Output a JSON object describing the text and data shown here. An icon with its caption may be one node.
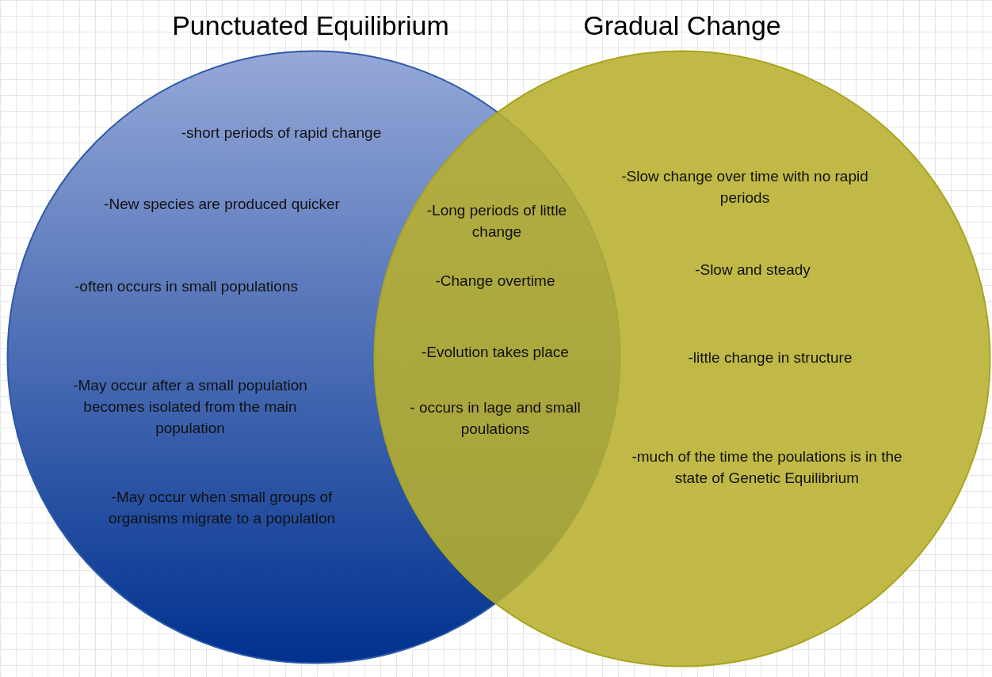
{
  "diagram": {
    "nodes": [
      {
        "text": [
          "Punctuated Equilibrium"
        ]
      },
      {
        "text": [
          "Gradual Change"
        ]
      }
    ],
    "labels": [
      "-short periods of rapid change",
      "-New species are produced quicker",
      "-often occurs in small populations",
      "-May occur after a small population becomes isolated from the main population",
      "-May occur when small groups of organisms migrate to a population",
      "-Long periods of little change",
      "-Change overtime",
      "-Evolution takes place",
      "- occurs in lage and small poulations",
      "-Slow change over time with no rapid periods",
      "-Slow and steady",
      "-little change in structure",
      "-much of the time the poulations is in the state of Genetic Equilibrium"
    ]
  }
}
